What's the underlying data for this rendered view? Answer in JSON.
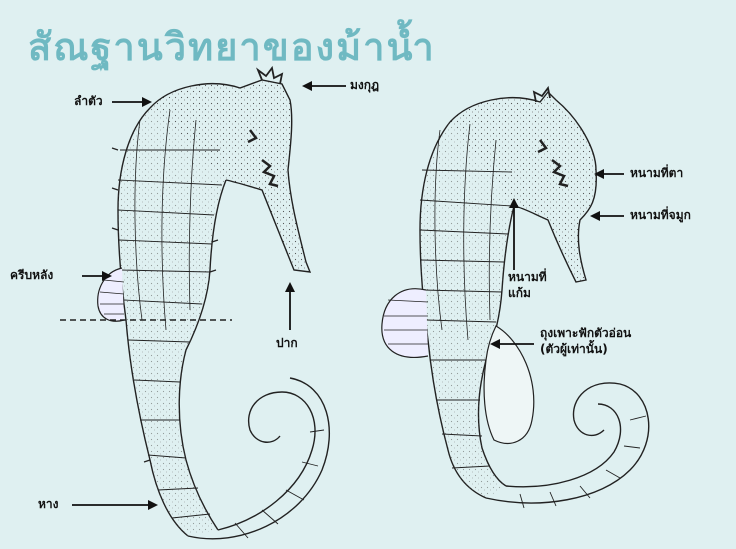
{
  "title": "สัณฐานวิทยาของม้าน้ำ",
  "labels": {
    "coronet": "มงกุฎ",
    "trunk": "ลำตัว",
    "dorsal_fin": "ครีบหลัง",
    "mouth": "ปาก",
    "tail": "หาง",
    "eye_spine": "หนามที่ตา",
    "nose_spine": "หนามที่จมูก",
    "cheek_spine_line1": "หนามที่",
    "cheek_spine_line2": "แก้ม",
    "brood_pouch_line1": "ถุงเพาะฟักตัวอ่อน",
    "brood_pouch_line2": "(ตัวผู้เท่านั้น)"
  },
  "colors": {
    "background": "#dff0f1",
    "title": "#6fb9c2",
    "ink": "#222222"
  }
}
